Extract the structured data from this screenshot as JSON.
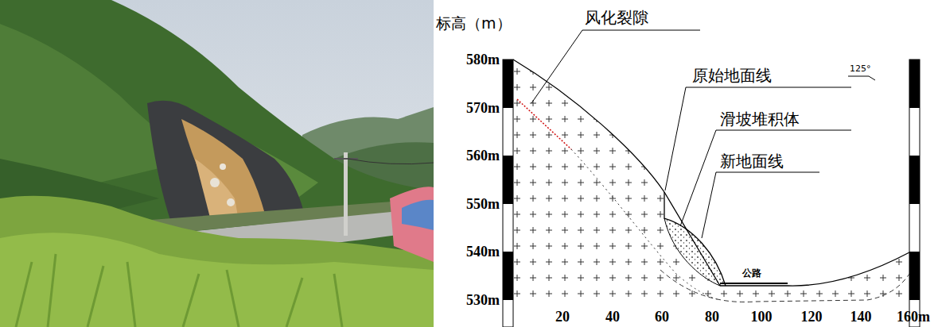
{
  "diagram": {
    "labels": [
      "标高（m）",
      "580m",
      "570m",
      "560m",
      "550m",
      "540m",
      "530m",
      "风化裂隙",
      "原始地面线",
      "滑坡堆积体",
      "新地面线",
      "公路",
      "125°",
      "20",
      "40",
      "60",
      "80",
      "100",
      "120",
      "140",
      "160m"
    ]
  }
}
